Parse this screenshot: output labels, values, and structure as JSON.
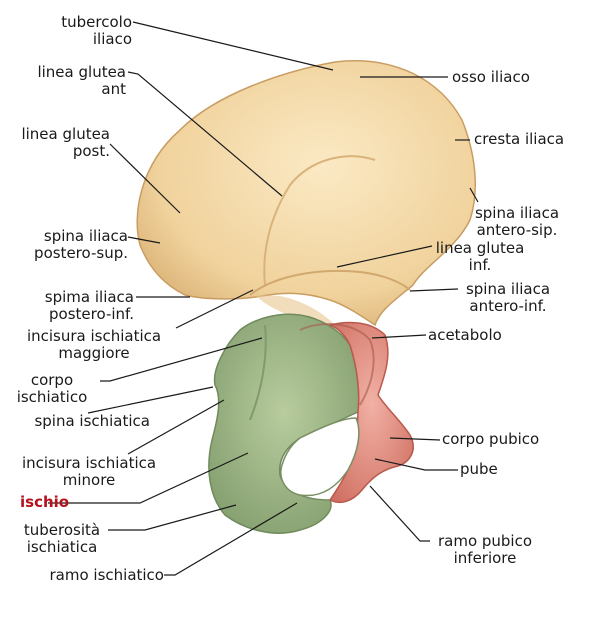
{
  "labels": {
    "tubercolo_iliaco": "tubercolo\niliaco",
    "linea_glutea_ant": "linea glutea\nant",
    "linea_glutea_post": "linea glutea\npost.",
    "spina_iliaca_postero_sup": "spina iliaca\npostero-sup.",
    "spima_iliaca_postero_inf": "spima iliaca\npostero-inf.",
    "incisura_ischiatica_maggiore": "incisura ischiatica\nmaggiore",
    "corpo_ischiatico": "corpo\nischiatico",
    "spina_ischiatica": "spina ischiatica",
    "incisura_ischiatica_minore": "incisura ischiatica\nminore",
    "ischio": "ischio",
    "tuberosita_ischiatica": "tuberosità\nischiatica",
    "ramo_ischiatico": "ramo ischiatico",
    "osso_iliaco": "osso iliaco",
    "cresta_iliaca": "cresta iliaca",
    "spina_iliaca_antero_sip": "spina iliaca\nantero-sip.",
    "linea_glutea_inf": "linea glutea\ninf.",
    "spina_iliaca_antero_inf": "spina iliaca\nantero-inf.",
    "acetabolo": "acetabolo",
    "corpo_pubico": "corpo pubico",
    "pube": "pube",
    "ramo_pubico_inferiore": "ramo pubico\ninferiore"
  },
  "colors": {
    "ilium": "#f2d9a8",
    "ilium_shade": "#d9b57a",
    "ischium": "#a9c08f",
    "ischium_shade": "#7f9a6a",
    "pubis": "#e8998c",
    "pubis_shade": "#cf6e60",
    "highlight_label": "#b5121b",
    "leader": "#1a1a1a"
  }
}
